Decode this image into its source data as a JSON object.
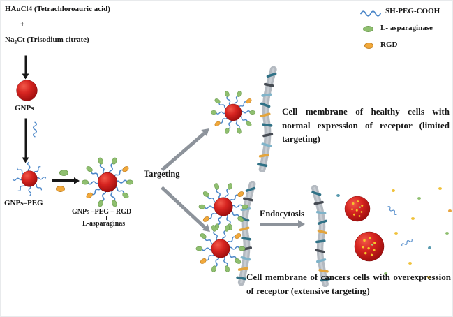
{
  "legend": {
    "peg_label": "SH-PEG-COOH",
    "asparaginase_label": "L- asparaginase",
    "rgd_label": "RGD"
  },
  "synthesis": {
    "reagent1": "HAuCl4 (Tetrachloroauric acid)",
    "plus": "+",
    "reagent2_pre": "Na",
    "reagent2_sub": "3",
    "reagent2_post": "Ct (Trisodium citrate)",
    "gnps_label": "GNPs",
    "gnps_peg_label": "GNPs–PEG",
    "conjugate_line1": "GNPs –PEG – RGD",
    "conjugate_line2": "L-asparaginas"
  },
  "process": {
    "targeting_label": "Targeting",
    "endocytosis_label": "Endocytosis"
  },
  "captions": {
    "healthy": "Cell membrane of healthy cells with normal expression of receptor (limited targeting)",
    "cancer": "Cell membrane of cancers cells with overexpression of receptor (extensive targeting)"
  },
  "colors": {
    "gnp_red": "#c61616",
    "peg_blue": "#4a86c8",
    "asp_green": "#8fbf6f",
    "rgd_orange": "#f2a93b",
    "membrane_gray": "#b4bac1",
    "arrow_gray": "#8d939b",
    "text_black": "#171717"
  }
}
